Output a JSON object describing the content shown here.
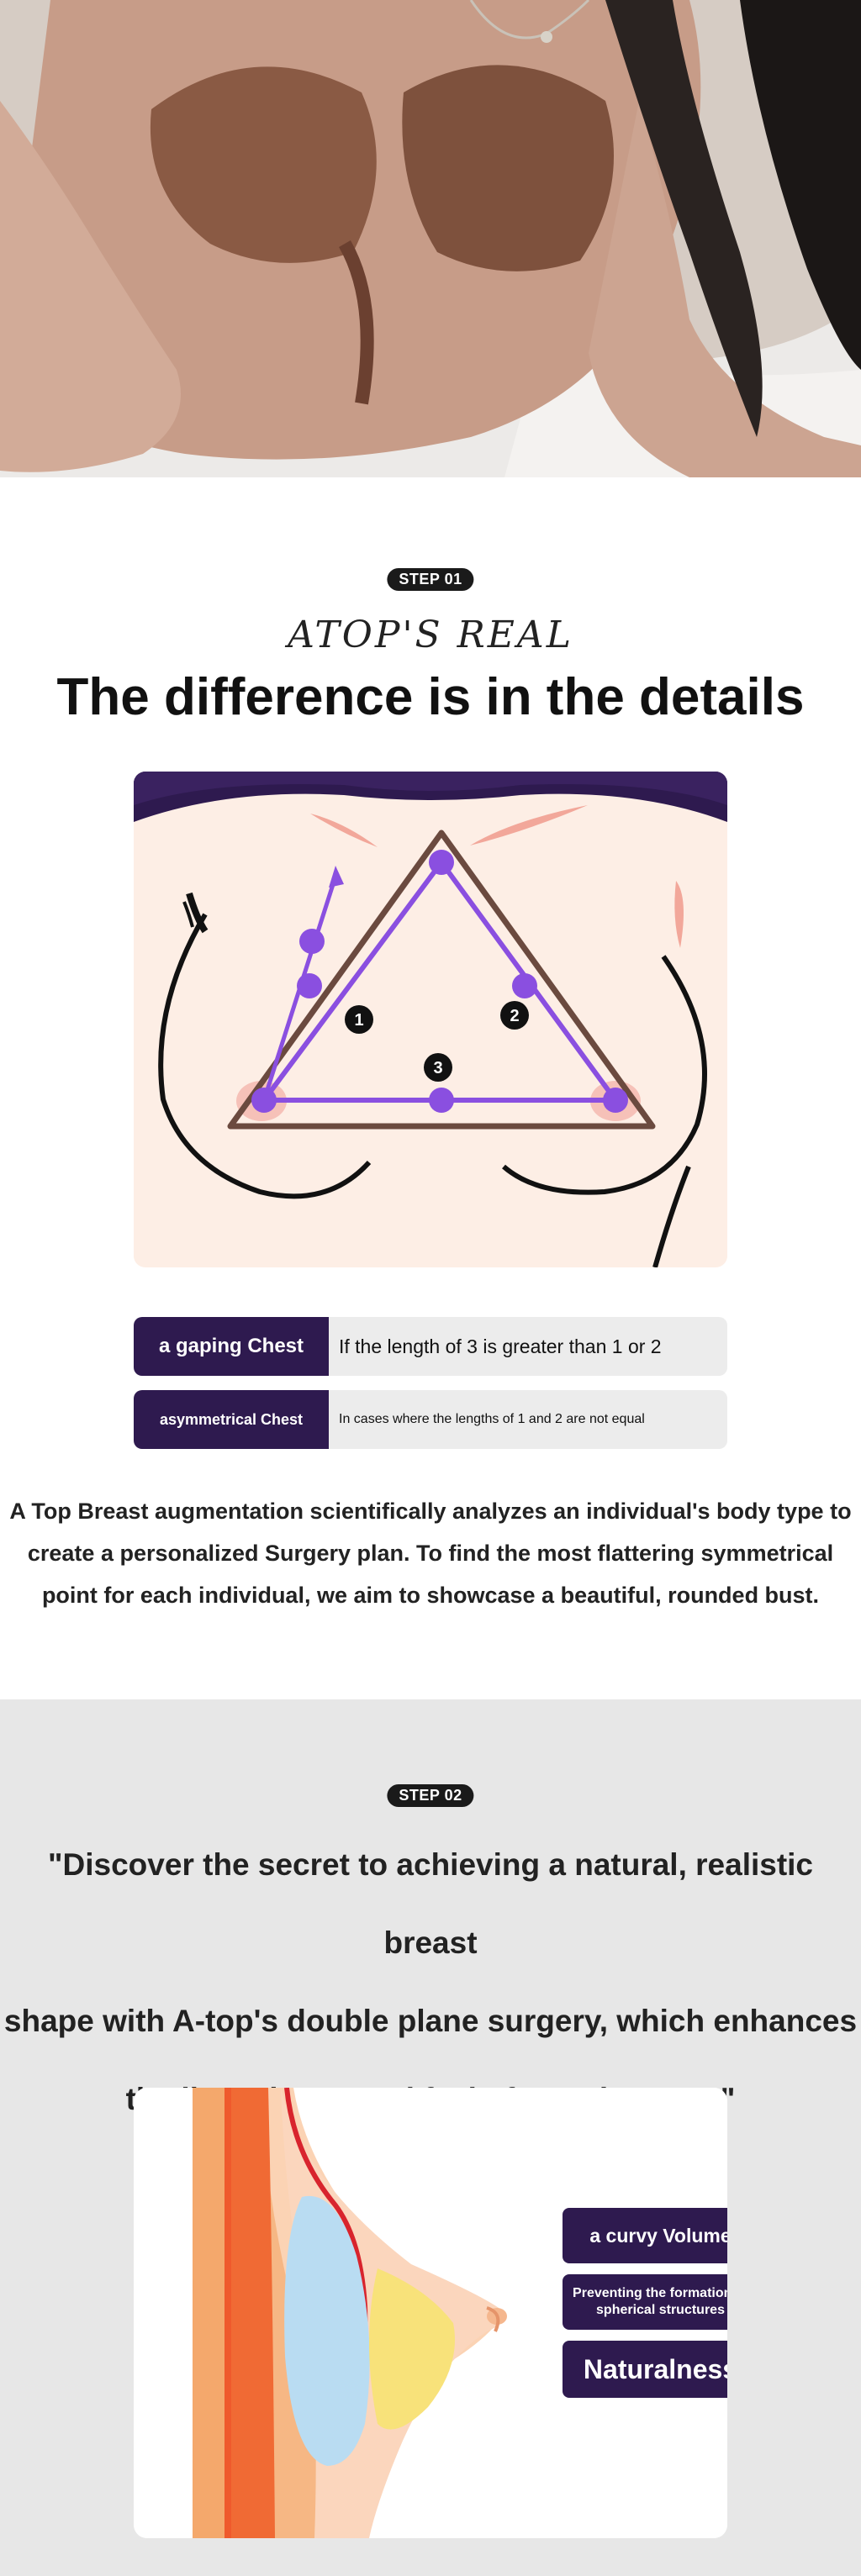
{
  "step1": {
    "badge": "STEP 01",
    "script_title": "ATOP'S REAL",
    "title": "The difference is in the details",
    "markers": [
      "1",
      "2",
      "3"
    ],
    "rows": [
      {
        "label": "a gaping Chest",
        "text": "If the length of 3 is greater than 1 or 2"
      },
      {
        "label": "asymmetrical Chest",
        "text": "In cases where the lengths of 1 and 2 are not equal"
      }
    ],
    "description_lines": [
      "A Top Breast augmentation scientifically analyzes an individual's body type to",
      "create a personalized Surgery plan. To find the most flattering symmetrical",
      "point for each individual, we aim to showcase a beautiful, rounded bust."
    ]
  },
  "step2": {
    "badge": "STEP 02",
    "quote_lines": [
      "\"Discover the secret to achieving a natural, realistic breast",
      "shape with A-top's double plane surgery, which enhances",
      "the line, shape, and feel of your breasts!\""
    ],
    "tags": [
      "a curvy Volume",
      "Preventing the formation of spherical structures",
      "Naturalness"
    ]
  },
  "colors": {
    "accent_purple": "#8a4fe0",
    "label_dark_purple": "#2e1a4f",
    "triangle_brown": "#6b4a3f",
    "panel_skin": "#fdeee5",
    "section2_bg": "#e7e7e7"
  }
}
